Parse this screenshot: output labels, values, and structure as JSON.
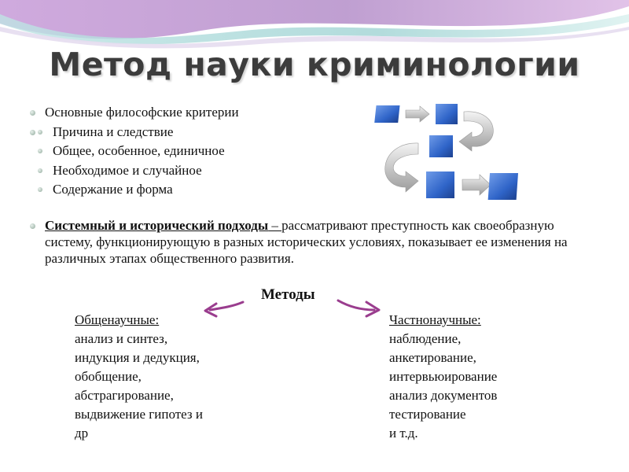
{
  "title": "Метод науки криминологии",
  "criteria": {
    "heading": "Основные философские критерии",
    "items": [
      "Причина и следствие",
      "Общее, особенное, единичное",
      "Необходимое и случайное",
      "Содержание и форма"
    ]
  },
  "systemic": {
    "highlight": "Системный и исторический подходы",
    "dash": " – ",
    "text": "рассматривают  преступность как своеобразную систему, функционирующую в разных исторических условиях, показывает ее изменения на различных этапах общественного развития."
  },
  "methods": {
    "heading": "Методы",
    "general": {
      "heading": "Общенаучные:",
      "lines": [
        "анализ и синтез,",
        "индукция и дедукция,",
        "обобщение,",
        "абстрагирование,",
        "выдвижение гипотез и",
        "др"
      ]
    },
    "specific": {
      "heading": "Частнонаучные:",
      "lines": [
        "наблюдение,",
        "анкетирование,",
        "интервьюирование",
        "анализ документов",
        "тестирование",
        "и т.д."
      ]
    }
  },
  "colors": {
    "title": "#3c3c3c",
    "wave_purple": "#b48ec9",
    "wave_teal": "#9fd3d3",
    "block_blue": "#2f64c8",
    "arrow_purple": "#9a3d8e"
  },
  "icons": [
    "process-flow-graphic",
    "arrow-left-icon",
    "arrow-right-icon"
  ]
}
